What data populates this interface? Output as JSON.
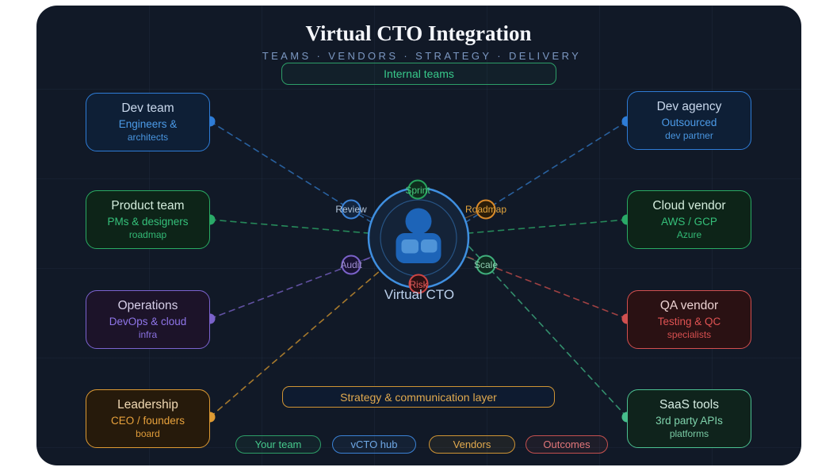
{
  "header": {
    "title": "Virtual CTO Integration",
    "subtitle": "TEAMS · VENDORS · STRATEGY · DELIVERY"
  },
  "top_banner": {
    "label": "Internal teams"
  },
  "bottom_banner": {
    "label": "Strategy & communication layer"
  },
  "hub": {
    "label": "Virtual CTO",
    "orbit_nodes": [
      {
        "label": "Sprint",
        "color": "#27a35c"
      },
      {
        "label": "Review",
        "color": "#3b82d6"
      },
      {
        "label": "Roadmap",
        "color": "#d98a2b"
      },
      {
        "label": "Audit",
        "color": "#7a62c9"
      },
      {
        "label": "Risk",
        "color": "#cc4444"
      },
      {
        "label": "Scale",
        "color": "#3fae7c"
      }
    ]
  },
  "boxes": {
    "left": [
      {
        "title": "Dev team",
        "line1": "Engineers &",
        "line2": "architects",
        "accent": "#2e7cd6"
      },
      {
        "title": "Product team",
        "line1": "PMs & designers",
        "line2": "roadmap",
        "accent": "#2aab63"
      },
      {
        "title": "Operations",
        "line1": "DevOps & cloud",
        "line2": "infra",
        "accent": "#7b63cf"
      },
      {
        "title": "Leadership",
        "line1": "CEO / founders",
        "line2": "board",
        "accent": "#dd9a33"
      }
    ],
    "right": [
      {
        "title": "Dev agency",
        "line1": "Outsourced",
        "line2": "dev partner",
        "accent": "#2e7cd6"
      },
      {
        "title": "Cloud vendor",
        "line1": "AWS / GCP",
        "line2": "Azure",
        "accent": "#2aab63"
      },
      {
        "title": "QA vendor",
        "line1": "Testing & QC",
        "line2": "specialists",
        "accent": "#d34f4f"
      },
      {
        "title": "SaaS tools",
        "line1": "3rd party APIs",
        "line2": "platforms",
        "accent": "#4cc091"
      }
    ]
  },
  "legend": [
    {
      "label": "Your team",
      "color": "#2d9e68"
    },
    {
      "label": "vCTO hub",
      "color": "#3b82d6"
    },
    {
      "label": "Vendors",
      "color": "#cf9434"
    },
    {
      "label": "Outcomes",
      "color": "#c4504f"
    }
  ],
  "colors": {
    "card_background": "#111927",
    "hub_ring": "#3f8fe0",
    "blue": "#2e7cd6",
    "green": "#2aab63",
    "purple": "#7b63cf",
    "gold": "#dd9a33",
    "red": "#d34f4f",
    "teal": "#4cc091"
  }
}
